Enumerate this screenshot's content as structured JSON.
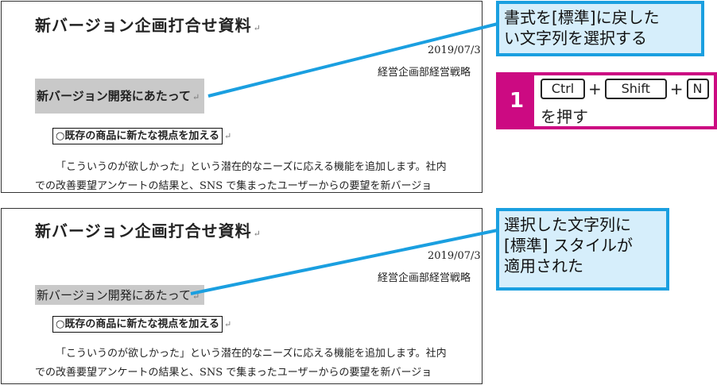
{
  "top_doc": {
    "title": "新バージョン企画打合せ資料",
    "date": "2019/07/3",
    "dept": "経営企画部経営戦略",
    "heading": "新バージョン開発にあたって",
    "boxed_heading": "○既存の商品に新たな視点を加える",
    "body_line1": "「こういうのが欲しかった」という潜在的なニーズに応える機能を追加します。社内",
    "body_line2": "での改善要望アンケートの結果と、SNS で集まったユーザーからの要望を新バージョ",
    "para_mark": "↵"
  },
  "bottom_doc": {
    "title": "新バージョン企画打合せ資料",
    "date": "2019/07/3",
    "dept": "経営企画部経営戦略",
    "heading": "新バージョン開発にあたって",
    "boxed_heading": "○既存の商品に新たな視点を加える",
    "body_line1": "「こういうのが欲しかった」という潜在的なニーズに応える機能を追加します。社内",
    "body_line2": "での改善要望アンケートの結果と、SNS で集まったユーザーからの要望を新バージョ",
    "para_mark": "↵"
  },
  "callout_top": {
    "line1": "書式を[標準]に戻した",
    "line2": "い文字列を選択する"
  },
  "step": {
    "number": "1",
    "key_ctrl": "Ctrl",
    "key_shift": "Shift",
    "key_n": "N",
    "plus": "+",
    "instruction_suffix": "を押す"
  },
  "callout_bottom": {
    "line1": "選択した文字列に",
    "line2": "[標準] スタイルが",
    "line3": "適用された"
  },
  "colors": {
    "callout_border": "#1a9fe0",
    "callout_fill": "#d6eefb",
    "step_accent": "#cc0a82",
    "selection_highlight": "#c9c9c9"
  }
}
